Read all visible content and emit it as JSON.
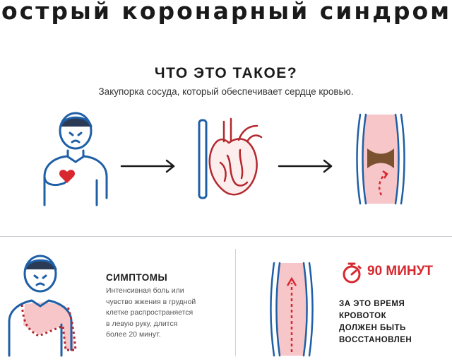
{
  "title": "острый коронарный синдром",
  "section": {
    "heading": "ЧТО ЭТО ТАКОЕ?",
    "description": "Закупорка сосуда, который обеспечивает сердце кровью."
  },
  "symptoms": {
    "title": "СИМПТОМЫ",
    "lines": [
      "Интенсивная боль или",
      "чувство жжения в грудной",
      "клетке распространяется",
      "в левую руку, длится",
      "более 20 минут."
    ]
  },
  "timer": {
    "label": "90 МИНУТ",
    "icon": "stopwatch-icon",
    "note_lines": [
      "ЗА ЭТО ВРЕМЯ",
      "КРОВОТОК",
      "ДОЛЖЕН БЫТЬ",
      "ВОССТАНОВЛЕН"
    ]
  },
  "colors": {
    "accent_red": "#d7282f",
    "outline_blue": "#1f5fa6",
    "vessel_pink": "#f6c6c9",
    "clot_brown": "#7a5230",
    "text_dark": "#1a1a1a"
  }
}
